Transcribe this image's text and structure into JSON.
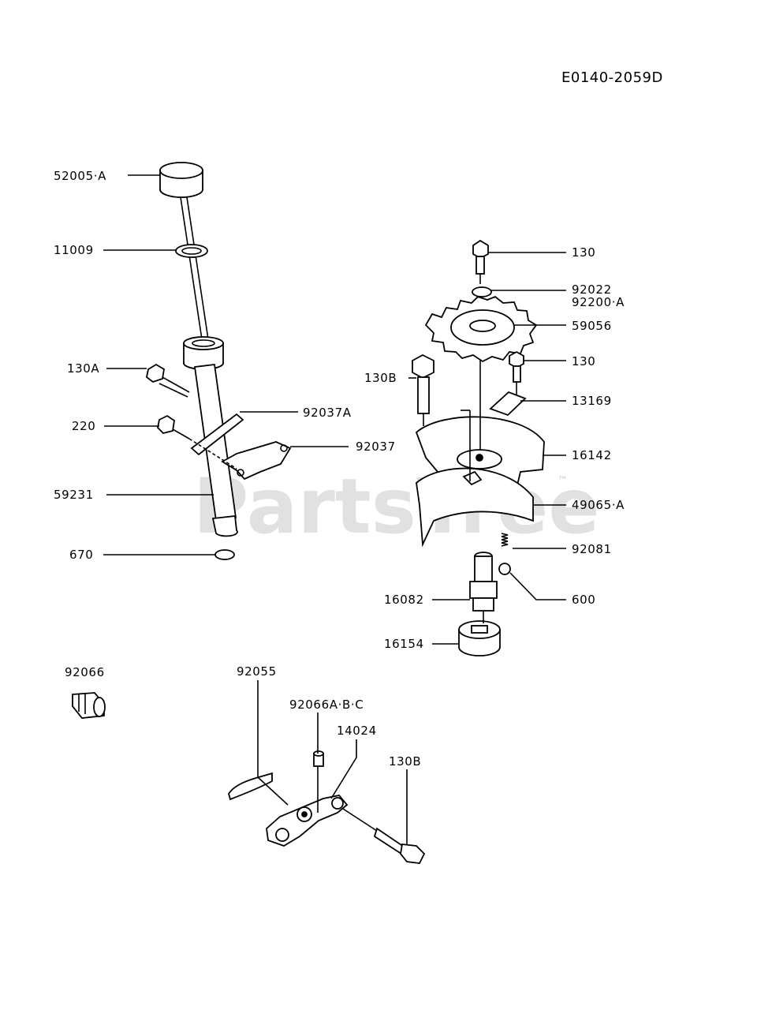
{
  "diagram_code": "E0140-2059D",
  "watermark": {
    "text": "PartsTree",
    "trademark": "™"
  },
  "callouts": {
    "c52005A": "52005·A",
    "c11009": "11009",
    "c130A": "130A",
    "c220": "220",
    "c92037A": "92037A",
    "c92037": "92037",
    "c59231": "59231",
    "c670": "670",
    "c130_top": "130",
    "c92022": "92022",
    "c92200A": "92200·A",
    "c59056": "59056",
    "c130_mid": "130",
    "c130B_left": "130B",
    "c13169": "13169",
    "c16142": "16142",
    "c49065A": "49065·A",
    "c92081": "92081",
    "c600": "600",
    "c16082": "16082",
    "c16154": "16154",
    "c92066": "92066",
    "c92055": "92055",
    "c92066ABC": "92066A·B·C",
    "c14024": "14024",
    "c130B_bottom": "130B"
  }
}
